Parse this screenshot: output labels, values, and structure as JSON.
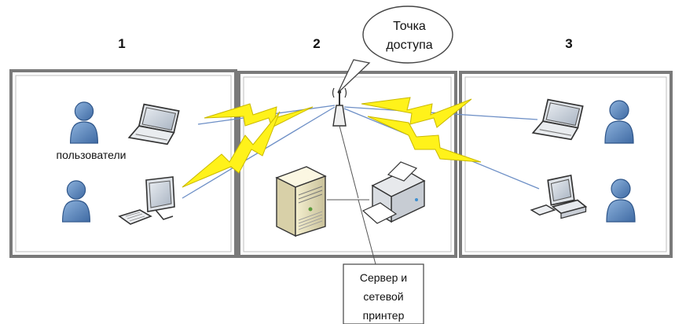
{
  "rooms": [
    {
      "number": "1"
    },
    {
      "number": "2"
    },
    {
      "number": "3"
    }
  ],
  "labels": {
    "users": "пользователи",
    "access_point_line1": "Точка",
    "access_point_line2": "доступа",
    "server_printer_line1": "Сервер и",
    "server_printer_line2": "сетевой",
    "server_printer_line3": "принтер"
  },
  "colors": {
    "room_border": "#6f6f6f",
    "room_fill": "#ffffff",
    "user_body": "#5d87bb",
    "lightning": "#fff21a",
    "link_line": "#6d8fc6"
  }
}
